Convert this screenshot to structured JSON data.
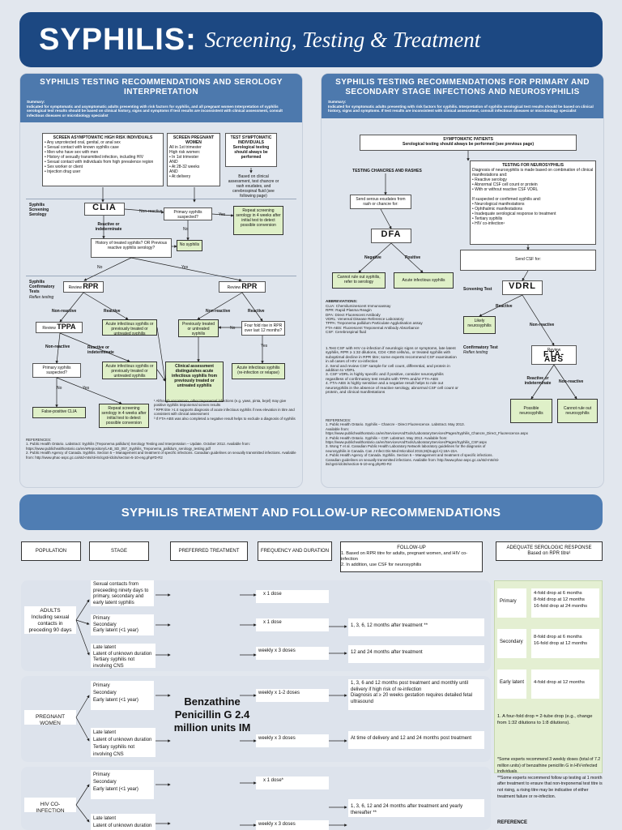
{
  "header": {
    "title_bold": "SYPHILIS:",
    "title_italic": "Screening, Testing & Treatment"
  },
  "left": {
    "title": "SYPHILIS TESTING RECOMMENDATIONS AND SEROLOGY INTERPRETATION",
    "summary_label": "Summary:",
    "summary_text": "Indicated for symptomatic and asymptomatic adults presenting with risk factors for syphilis, and all pregnant women Interpretation of syphilis serological test results should be based on clinical history, signs and symptoms If test results are inconsistent with clinical assessment, consult infectious diseases or microbiology specialist",
    "screen_asym_title": "SCREEN ASYMPTOMATIC HIGH RISK INDIVIDUALS",
    "screen_asym_items": "• Any unprotected oral, genital, or anal sex\n• Sexual contact with known syphilis case\n• Men who have sex with men\n• History of sexually transmitted infection, including HIV\n• Sexual contact with individuals from high prevalence region\n• Sex worker or client\n• Injection drug user",
    "screen_preg_title": "SCREEN PREGNANT WOMEN",
    "screen_preg_items": "All in 1st trimester\nHigh risk women:\n  • In 1st trimester\n  AND\n  • At 28-32 weeks\n  AND\n  • At delivery",
    "test_sym_title": "TEST SYMPTOMATIC INDIVIDUALS",
    "test_sym_items": "Serological testing should always be performed",
    "clinical_box": "Based on clinical assessment, test chancre or rash exudates, and cerebrospinal fluid (see following page)",
    "screening_label": "Syphilis Screening Serology",
    "clia": "CLIA",
    "non_reactive": "Non-reactive",
    "primary_suspected": "Primary syphilis suspected?",
    "yes": "Yes",
    "no": "No",
    "repeat1": "Repeat screening serology in 4 weeks after initial test to detect possible conversion",
    "reactive_indeterminate": "Reactive or indeterminate",
    "history_q": "History of treated syphilis? OR Previous reactive syphilis serology?",
    "no_syphilis": "No syphilis",
    "confirm_label": "Syphilis Confirmatory Tests",
    "reflex": "Reflex testing",
    "review": "Review",
    "rpr": "RPR",
    "reactive": "Reactive",
    "tppa": "TPPA",
    "acute1": "Acute infectious syphilis or previously treated or untreated syphilis",
    "prev_treated": "Previously treated or untreated syphilis",
    "fourfold": "Four fold rise in RPR over last 12 months?",
    "acute2": "Acute infectious syphilis or previously treated or untreated syphilis",
    "clinical_assess": "Clinical assessment distinguishes acute infectious syphilis from previously treated or untreated syphilis",
    "acute_reinf": "Acute infectious syphilis (re-infection or relapse)",
    "false_pos": "False-positive CLIA",
    "repeat2": "Repeat screening serology in 4 weeks after initial test to detect possible conversion",
    "footnotes": "¹ Although uncommon, other treponemal infections (e.g. yaws, pinta, bejel) may give positive syphilis treponemal screen results\n² RPR titre >1:4 supports diagnosis of acute infectious syphilis if new elevation in titre and consistent with clinical assessment\n³ If FTA-ABS was also completed a negative result helps to exclude a diagnosis of syphilis",
    "references": "REFERENCES:\n1. Public Health Ontario. Labstract: Syphilis (Treponema pallidum) Serology Testing and Interpretation – Update. October 2012. Available from: https://www.publichealthontario.ca/en/eRepository/LAB_SD_057_Syphilis_Treponema_pallidum_serology_testing.pdf\n2. Public Health Agency of Canada. Syphilis. Section 5 – Management and treatment of specific infections. Canadian guidelines on sexually transmitted infections. Available from: http://www.phac-aspc.gc.ca/std-mts/sti-its/cgsti-ldcits/section-5-10-eng.php#D-R2"
  },
  "right": {
    "title": "SYPHILIS TESTING RECOMMENDATIONS FOR PRIMARY AND SECONDARY STAGE INFECTIONS AND NEUROSYPHILIS",
    "summary_label": "Summary:",
    "summary_text": "Indicated for symptomatic adults presenting with risk factors for syphilis. Interpretation of syphilis serological test results should be based on clinical history, signs and symptoms. If test results are inconsistent with clinical assessment, consult infectious diseases or microbiology specialist",
    "sym_title": "SYMPTOMATIC PATIENTS",
    "sym_text": "Serological testing should always be performed (see previous page)",
    "testing_chancres": "TESTING CHANCRES AND RASHES",
    "send_exudates": "Send serous exudates from rash or chancre for:",
    "dfa": "DFA",
    "negative": "Negative",
    "positive": "Positive",
    "cannot_rule1": "Cannot rule out syphilis, refer to serology",
    "acute_dfa": "Acute infectious syphilis",
    "neuro_title": "TESTING FOR NEUROSYPHILIS",
    "neuro_text": "Diagnosis of neurosyphilis is made based on combination of clinical manifestations and:\n• Reactive serology\n• Abnormal CSF cell count or protein\n• With or without reactive CSF VDRL\n\nIf suspected or confirmed syphilis and:\n• Neurological manifestations\n• Ophthalmic manifestations\n• Inadequate serological response to treatment\n• Tertiary syphilis\n• HIV co-infection¹",
    "send_csf": "Send CSF for:",
    "screening_test": "Screening Test",
    "vdrl": "VDRL",
    "reactive": "Reactive",
    "likely_neuro": "Likely neurosyphilis",
    "confirm_test": "Confirmatory Test",
    "reflex": "Reflex testing",
    "non_reactive": "Non-reactive",
    "review": "Review",
    "fta": "FTA-ABS",
    "reactive_ind": "Reactive or indeterminate",
    "possible_neuro": "Possible neurosyphilis",
    "cannot_rule2": "Cannot rule out neurosyphilis",
    "abbrev_title": "ABBREVIATIONS:",
    "abbrevs": "CLIA: Chemiluminescent Immunoassay\nRPR: Rapid Plasma Reagin\nDFA: Direct Fluorescent Antibody\nVDRL: Venereal Disease Reference Laboratory\nTPPA: Treponema pallidum Particulate Agglutination assay\nFTA-ABS: Fluorescent Treponemal Antibody Absorbance\nCSF: Cerebrospinal fluid",
    "notes": "1.Test CSF with HIV co-infection if neurologic signs or symptoms, late latent syphilis, RPR ≥ 1:32 dilutions, CD4 <350 cells/uL, or treated syphilis with suboptimal decline in RPR titre; some experts recommend CSF examination in all cases of HIV co-infection\n2. Send and review CSF sample for cell count, differential, and protein in addition to VDRL\n3. CSF VDRL is highly specific and if positive, consider neurosyphilis regardless of confirmatory test results with TPPA and/or FTA-ABS\n4. FTA-ABS is highly sensitive and a negative result helps to rule out neurosyphilis in the absence of reactive serology, abnormal CSF cell count or protein, and clinical manifestations",
    "references": "REFERENCES:\n1. Public Health Ontario. Syphilis – Chancre - Direct Fluorescence. Labstract. May 2013.\nAvailable from: https://www.publichealthontario.ca/en/ServicesAndTools/LaboratoryServices/Pages/Syphilis_Chancre_Direct_Fluorescence.aspx\n2. Public Health Ontario. Syphilis – CSF. Labstract. May 2013. Available from: https://www.publichealthontario.ca/en/ServicesAndTools/LaboratoryServices/Pages/Syphilis_CSF.aspx\n3. Wong T et al. Canadian Public Health Laboratory Network laboratory guidelines for the diagnosis of neurosyphilis in Canada. Can J Infect Dis Med Microbiol 2015;26(Suppl A):18A-22A.\n4. Public Health Agency of Canada. Syphilis. Section 5 – Management and treatment of specific infections. Canadian guidelines on sexually transmitted infections. Available from: http://www.phac-aspc.gc.ca/std-mts/sti-its/cgsti-ldcits/section-5-10-eng.php#D-R2"
  },
  "treatment": {
    "title": "SYPHILIS TREATMENT AND FOLLOW-UP RECOMMENDATIONS",
    "columns": [
      "POPULATION",
      "STAGE",
      "PREFERRED TREATMENT",
      "FREQUENCY AND DURATION",
      "ADEQUATE SEROLOGIC RESPONSE"
    ],
    "followup_title": "FOLLOW-UP",
    "followup_items": "1.   Based on RPR titre for adults, pregnant women, and HIV co-infection\n2.   In addition, use CSF for neurosyphilis",
    "resp_sub": "Based on RPR titre¹",
    "adults_label": "ADULTS\nIncluding sexual contacts in preceding 90 days",
    "adults_s1": "Sexual contacts from preceeding ninety days to primary, secondary and early latent syphilis",
    "adults_s2": "Primary\nSecondary\nEarly latent (<1 year)",
    "adults_s3": "Late latent\nLatent of unknown duration\nTertiary syphilis not involving CNS",
    "adults_f1": "x 1 dose",
    "adults_f2": "x 1 dose",
    "adults_f3": "weekly x 3 doses",
    "adults_u2": "1, 3, 6, 12 months after treatment **",
    "adults_u3": "12 and 24 months after treatment",
    "preg_label": "PREGNANT WOMEN",
    "preg_s1": "Primary\nSecondary\nEarly latent (<1 year)",
    "preg_s2": "Late latent\nLatent of unknown duration\nTertiary syphilis not involving CNS",
    "preg_f1": "weekly x 1-2 doses",
    "preg_f2": "weekly x 3 doses",
    "preg_u1": "1, 3, 6 and 12 months post treatment and monthly until delivery if high risk of re-infection\nDiagnosis at ≥ 20 weeks gestation requires detailed fetal ultrasound",
    "preg_u2": "At time of delivery and 12 and 24 months post treatment",
    "treatment_name": "Benzathine Penicillin G 2.4 million units IM",
    "hiv_label": "HIV CO-INFECTION",
    "hiv_s1": "Primary\nSecondary\nEarly latent (<1 year)",
    "hiv_s2": "Late latent\nLatent of unknown duration",
    "hiv_f1": "x 1 dose*",
    "hiv_f2": "weekly x 3 doses",
    "hiv_u1": "1, 3, 6, 12 and 24 months after treatment and yearly thereafter **",
    "resp_primary": "Primary",
    "resp_primary_txt": "4-fold drop at 6 months\n8-fold drop at 12 months\n16-fold drop at 24 months",
    "resp_secondary": "Secondary",
    "resp_secondary_txt": "8-fold drop at 6 months\n16-fold drop at 12 months",
    "resp_early": "Early latent",
    "resp_early_txt": "4-fold drop at 12 months",
    "resp_note": "1. A four-fold drop = 2-tube drop (e.g., change from 1:32 dilutions to 1:8 dilutions).",
    "footnote": "*Some experts recommend 3 weekly doses (total of 7.2 million units) of benzathine penicillin G in HIV-infected individuals.\n**Some experts recommend follow up testing at 1 month after treatment to ensure that non-treponemal test titre is not rising, a rising titre may be indicative of either treatment failure or re-infection.",
    "reference": "REFERENCE"
  }
}
